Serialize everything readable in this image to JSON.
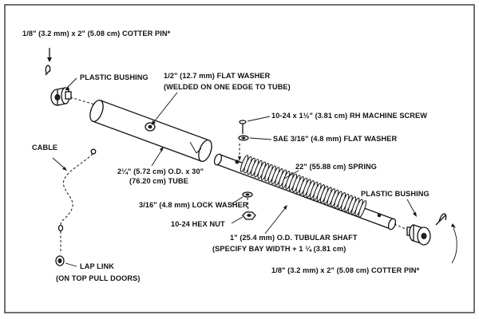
{
  "labels": {
    "cotter_pin_top": "1/8\" (3.2 mm) x 2\" (5.08 cm) COTTER PIN*",
    "plastic_bushing_left": "PLASTIC BUSHING",
    "flat_washer_line1": "1/2\" (12.7 mm) FLAT WASHER",
    "flat_washer_line2": "(WELDED ON ONE EDGE TO TUBE)",
    "machine_screw": "10-24 x 1½\" (3.81 cm) RH MACHINE SCREW",
    "sae_washer": "SAE 3/16\" (4.8 mm) FLAT WASHER",
    "cable": "CABLE",
    "spring": "22\" (55.88 cm) SPRING",
    "tube_line1": "2¼\" (5.72 cm) O.D. x 30\"",
    "tube_line2": "(76.20 cm) TUBE",
    "plastic_bushing_right": "PLASTIC BUSHING",
    "lock_washer": "3/16\" (4.8 mm) LOCK WASHER",
    "hex_nut": "10-24 HEX NUT",
    "tubular_shaft_line1": "1\" (25.4 mm) O.D. TUBULAR SHAFT",
    "tubular_shaft_line2": "(SPECIFY BAY WIDTH + 1 ¼ (3.81 cm)",
    "lap_link_line1": "LAP LINK",
    "lap_link_line2": "(ON TOP PULL DOORS)",
    "cotter_pin_bottom": "1/8\" (3.2 mm) x 2\" (5.08 cm) COTTER PIN*"
  }
}
